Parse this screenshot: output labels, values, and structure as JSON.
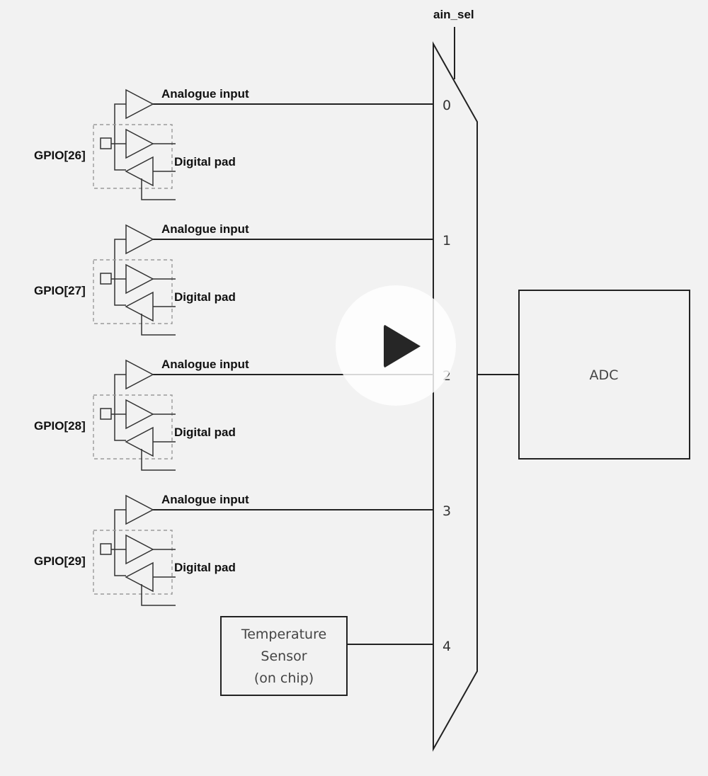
{
  "diagram": {
    "select_signal": "ain_sel",
    "gpio_blocks": [
      {
        "pin": "GPIO[26]",
        "analogue_label": "Analogue input",
        "digital_label": "Digital pad",
        "mux_input": "0"
      },
      {
        "pin": "GPIO[27]",
        "analogue_label": "Analogue input",
        "digital_label": "Digital pad",
        "mux_input": "1"
      },
      {
        "pin": "GPIO[28]",
        "analogue_label": "Analogue input",
        "digital_label": "Digital pad",
        "mux_input": "2"
      },
      {
        "pin": "GPIO[29]",
        "analogue_label": "Analogue input",
        "digital_label": "Digital pad",
        "mux_input": "3"
      }
    ],
    "temperature_sensor": {
      "lines": [
        "Temperature",
        "Sensor",
        "(on chip)"
      ],
      "mux_input": "4"
    },
    "adc_label": "ADC"
  },
  "video_overlay": {
    "icon": "play-icon"
  }
}
